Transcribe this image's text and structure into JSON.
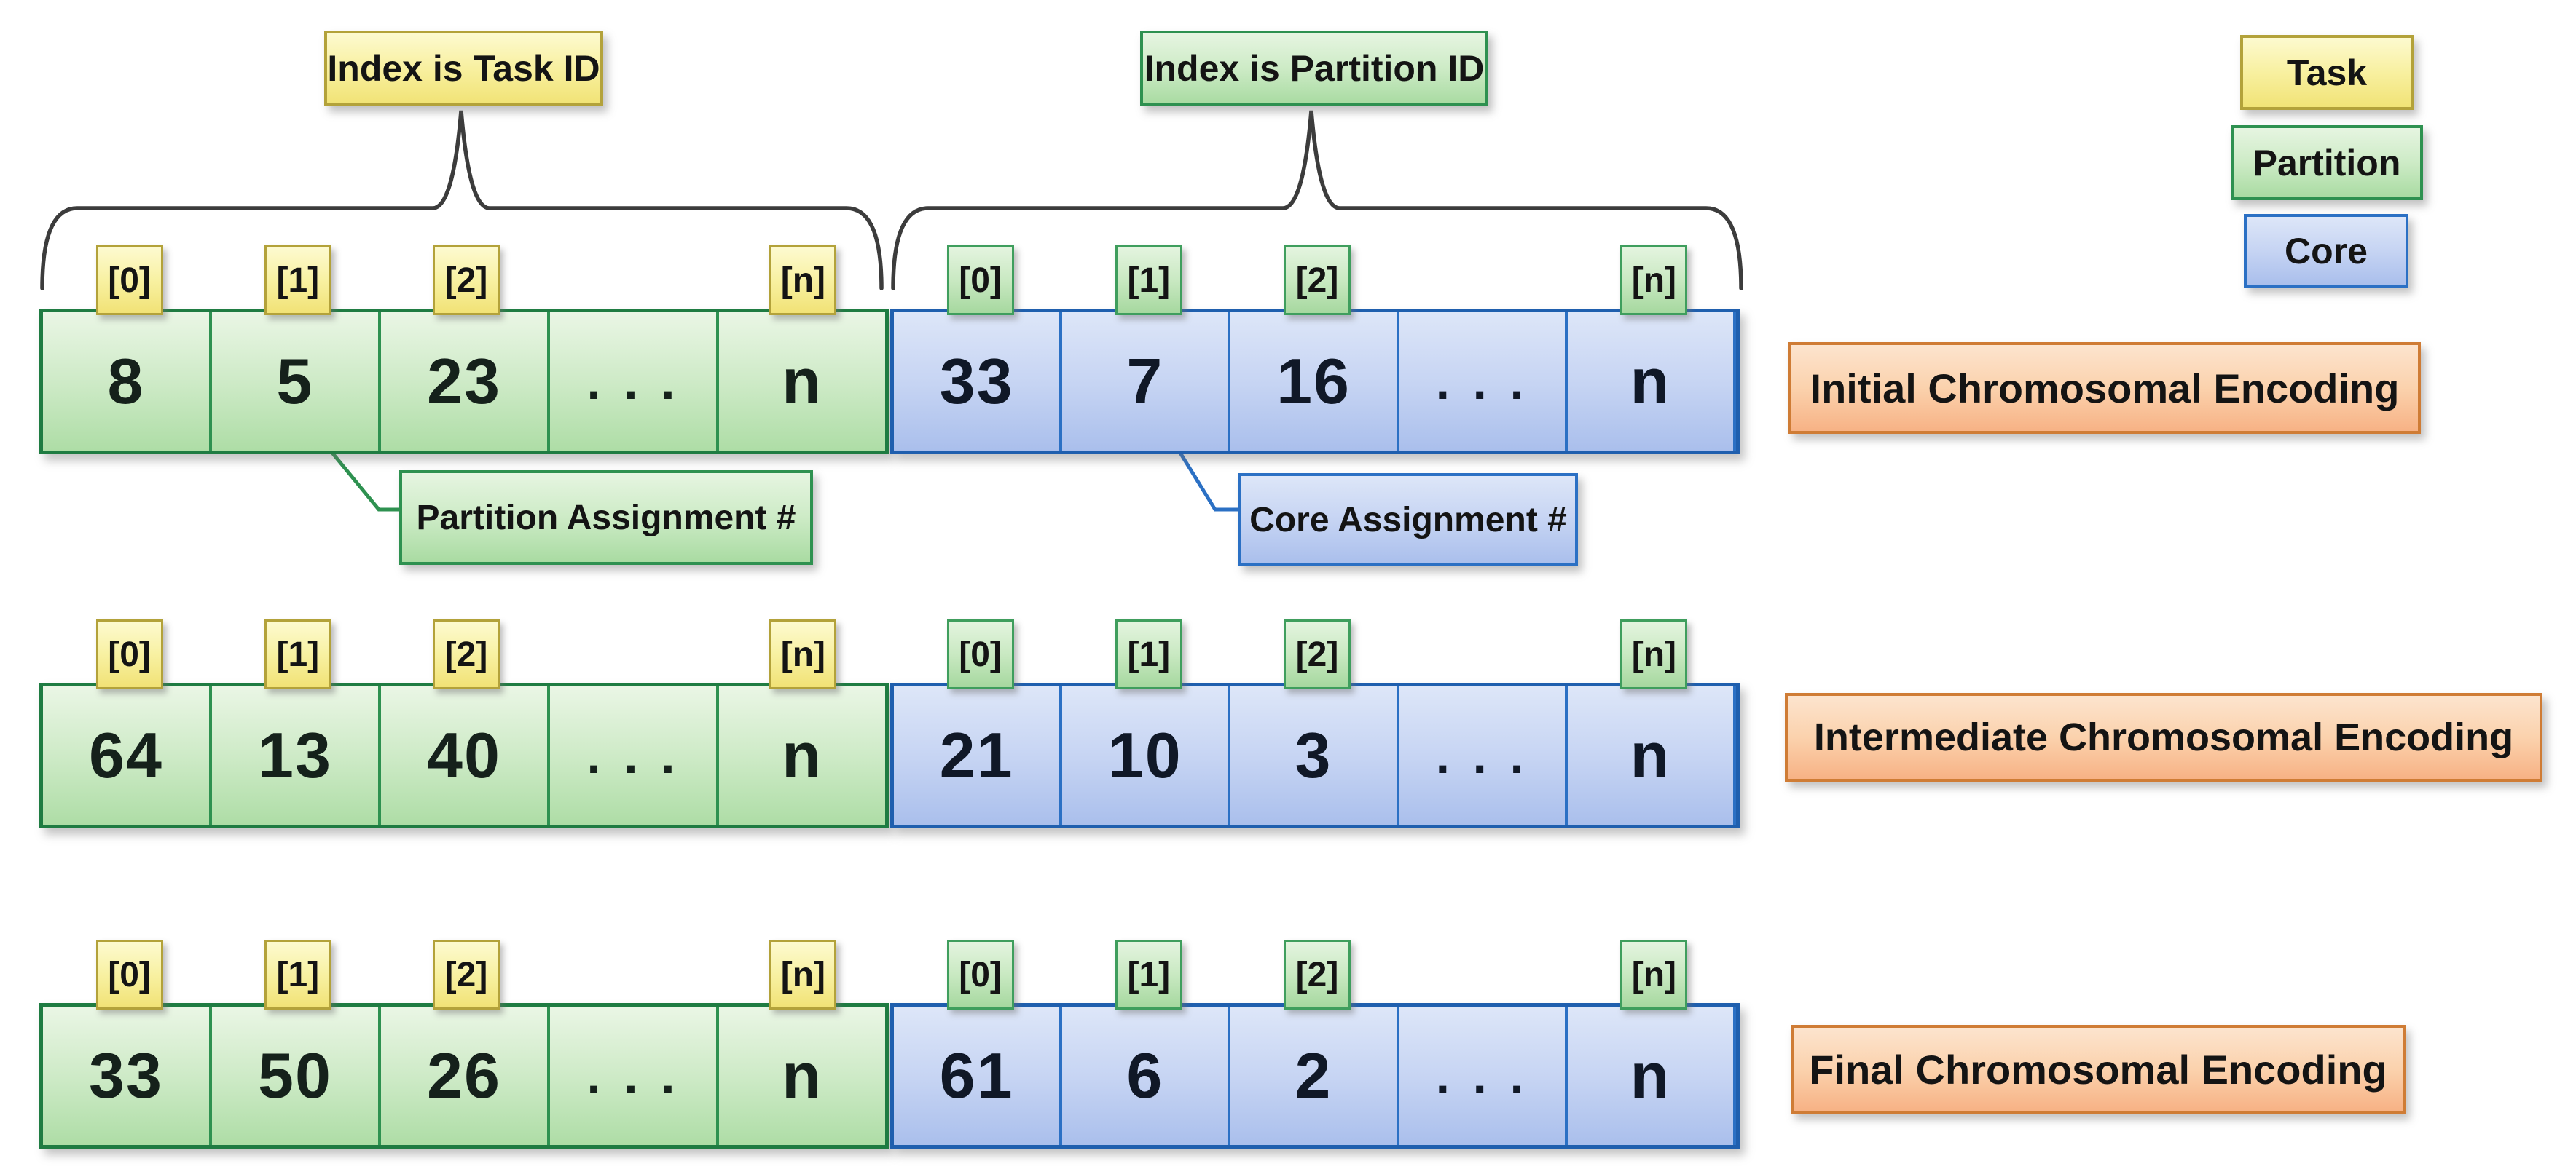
{
  "annotations": {
    "index_is_task_id": "Index is Task ID",
    "index_is_partition_id": "Index is Partition ID",
    "partition_assignment": "Partition Assignment #",
    "core_assignment": "Core Assignment #"
  },
  "legend": {
    "task": "Task",
    "partition": "Partition",
    "core": "Core"
  },
  "index_labels": [
    "[0]",
    "[1]",
    "[2]",
    "[n]"
  ],
  "rows": [
    {
      "label": "Initial Chromosomal Encoding",
      "partition_array": [
        "8",
        "5",
        "23",
        ". . .",
        "n"
      ],
      "core_array": [
        "33",
        "7",
        "16",
        ". . .",
        "n"
      ]
    },
    {
      "label": "Intermediate Chromosomal Encoding",
      "partition_array": [
        "64",
        "13",
        "40",
        ". . .",
        "n"
      ],
      "core_array": [
        "21",
        "10",
        "3",
        ". . .",
        "n"
      ]
    },
    {
      "label": "Final Chromosomal Encoding",
      "partition_array": [
        "33",
        "50",
        "26",
        ". . .",
        "n"
      ],
      "core_array": [
        "61",
        "6",
        "2",
        ". . .",
        "n"
      ]
    }
  ],
  "colors": {
    "task_yellow_fill": "#f5ec8e",
    "task_yellow_border": "#b3a23a",
    "partition_green_fill": "#b5e0ad",
    "partition_green_border": "#2e9150",
    "core_blue_fill": "#b7c9ef",
    "core_blue_border": "#2b70c4",
    "encoding_orange_fill": "#f9c197",
    "encoding_orange_border": "#cf7c35",
    "brace_line": "#3c3c3c"
  }
}
